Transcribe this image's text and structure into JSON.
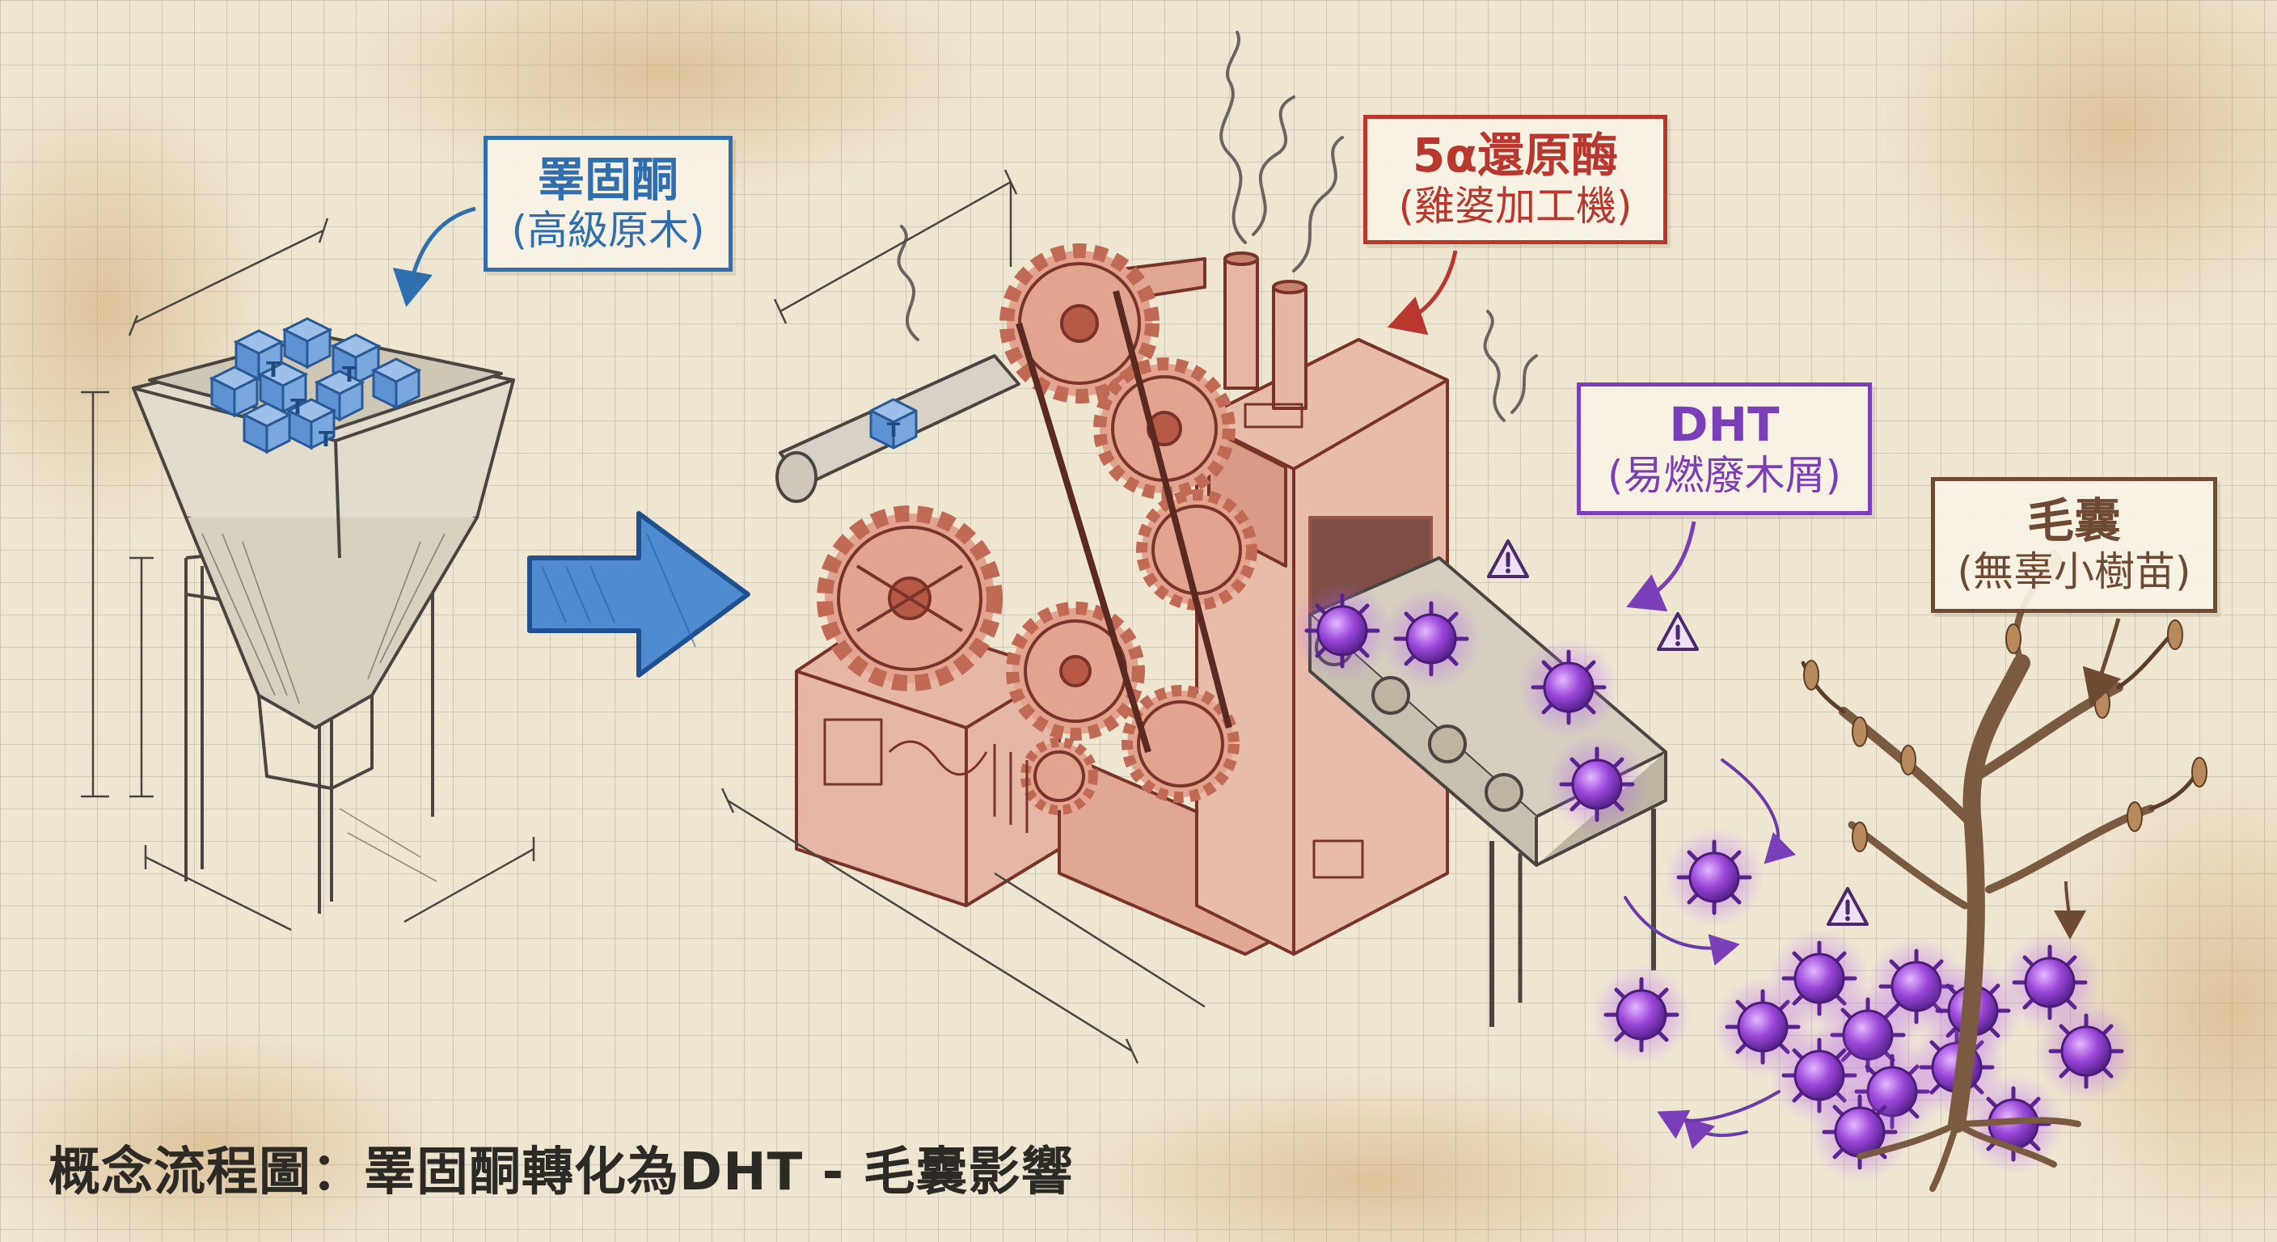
{
  "labels": {
    "testosterone": {
      "line1": "睪固酮",
      "line2": "(高級原木)",
      "color": "#2f6fb0"
    },
    "enzyme": {
      "line1": "5α還原酶",
      "line2": "(雞婆加工機)",
      "color": "#b8372e"
    },
    "dht": {
      "line1": "DHT",
      "line2": "(易燃廢木屑)",
      "color": "#7a3fb8"
    },
    "follicle": {
      "line1": "毛囊",
      "line2": "(無辜小樹苗)",
      "color": "#6e4a34"
    }
  },
  "cube_letter": "T",
  "caption": "概念流程圖：睪固酮轉化為DHT - 毛囊影響",
  "colors": {
    "paper": "#efe6d2",
    "grid": "#b9b2a4",
    "blue": "#3a78c0",
    "red": "#c4553f",
    "purple": "#a04be0",
    "brown": "#7a5a40",
    "pencil": "#4a4540"
  },
  "icons": [
    "hopper-icon",
    "arrow-right-icon",
    "machine-icon",
    "gear-icon",
    "conveyor-icon",
    "dht-particle-icon",
    "warning-icon",
    "tree-icon",
    "smoke-icon"
  ]
}
